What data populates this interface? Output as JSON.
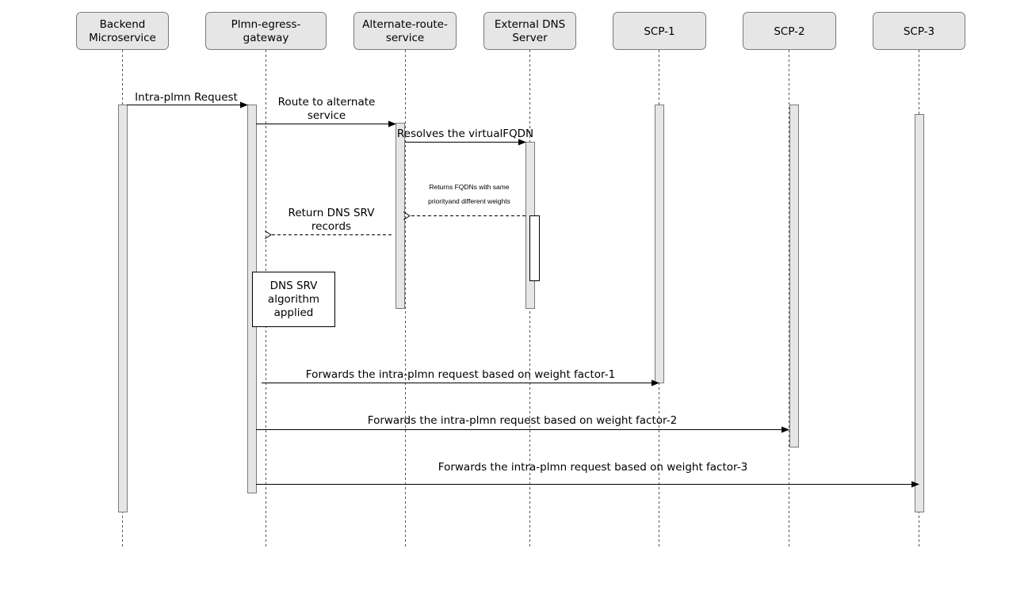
{
  "actors": [
    {
      "id": "backend",
      "lines": [
        "Backend",
        "Microservice"
      ]
    },
    {
      "id": "egress",
      "lines": [
        "Plmn-egress-",
        "gateway"
      ]
    },
    {
      "id": "alt",
      "lines": [
        "Alternate-route-",
        "service"
      ]
    },
    {
      "id": "dns",
      "lines": [
        "External DNS",
        "Server"
      ]
    },
    {
      "id": "scp1",
      "lines": [
        "SCP-1"
      ]
    },
    {
      "id": "scp2",
      "lines": [
        "SCP-2"
      ]
    },
    {
      "id": "scp3",
      "lines": [
        "SCP-3"
      ]
    }
  ],
  "messages": [
    {
      "id": "intra-plmn-request",
      "from": "backend",
      "to": "egress",
      "style": "solid",
      "lines": [
        "Intra-plmn Request"
      ]
    },
    {
      "id": "route-to-alternate",
      "from": "egress",
      "to": "alt",
      "style": "solid",
      "lines": [
        "Route to alternate",
        "service"
      ]
    },
    {
      "id": "resolves-fqdn",
      "from": "alt",
      "to": "dns",
      "style": "solid",
      "lines": [
        "Resolves the virtualFQDN"
      ]
    },
    {
      "id": "returns-fqdns",
      "from": "dns",
      "to": "alt",
      "style": "dashed",
      "small": true,
      "lines": [
        "Returns FQDNs with same",
        "priorityand different weights"
      ]
    },
    {
      "id": "return-dns-srv",
      "from": "alt",
      "to": "egress",
      "style": "dashed",
      "lines": [
        "Return DNS SRV",
        "records"
      ]
    },
    {
      "id": "forward-scp1",
      "from": "egress",
      "to": "scp1",
      "style": "solid",
      "lines": [
        "Forwards the intra-plmn request based on weight factor-1"
      ]
    },
    {
      "id": "forward-scp2",
      "from": "egress",
      "to": "scp2",
      "style": "solid",
      "lines": [
        "Forwards the intra-plmn request based on weight factor-2"
      ]
    },
    {
      "id": "forward-scp3",
      "from": "egress",
      "to": "scp3",
      "style": "solid",
      "lines": [
        "Forwards the intra-plmn request based on weight factor-3"
      ]
    }
  ],
  "note": {
    "lines": [
      "DNS SRV",
      "algorithm",
      "applied"
    ]
  }
}
